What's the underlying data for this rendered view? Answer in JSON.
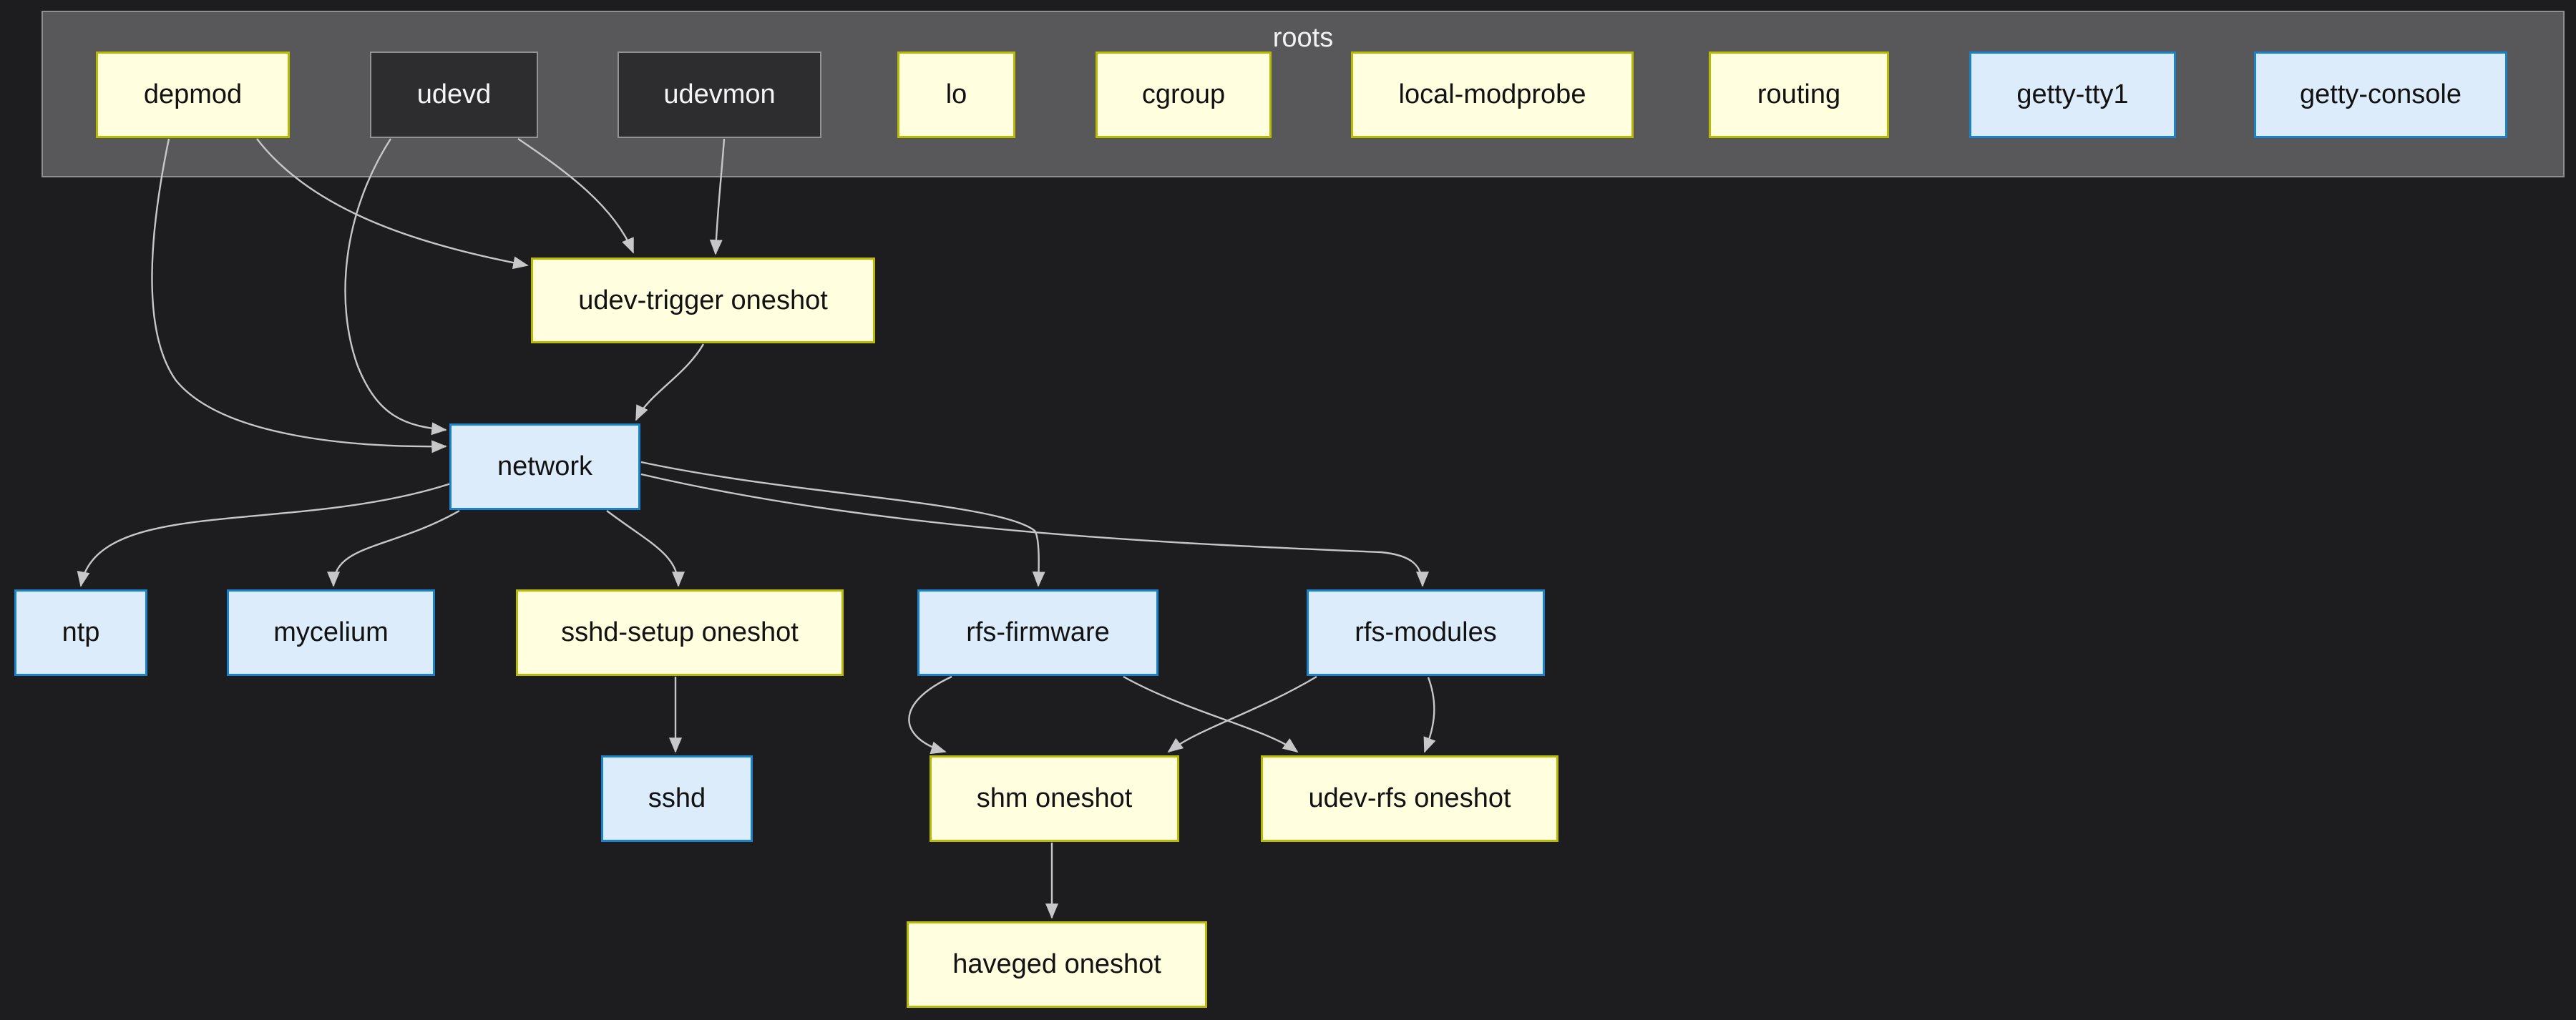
{
  "cluster": {
    "label": "roots"
  },
  "nodes": {
    "depmod": "depmod",
    "udevd": "udevd",
    "udevmon": "udevmon",
    "lo": "lo",
    "cgroup": "cgroup",
    "local_modprobe": "local-modprobe",
    "routing": "routing",
    "getty_tty1": "getty-tty1",
    "getty_console": "getty-console",
    "udev_trigger": "udev-trigger oneshot",
    "network": "network",
    "ntp": "ntp",
    "mycelium": "mycelium",
    "sshd_setup": "sshd-setup oneshot",
    "rfs_firmware": "rfs-firmware",
    "rfs_modules": "rfs-modules",
    "sshd": "sshd",
    "shm": "shm oneshot",
    "udev_rfs": "udev-rfs oneshot",
    "haveged": "haveged oneshot"
  },
  "edges": [
    {
      "from": "depmod",
      "to": "udev-trigger oneshot"
    },
    {
      "from": "depmod",
      "to": "network"
    },
    {
      "from": "udevd",
      "to": "udev-trigger oneshot"
    },
    {
      "from": "udevd",
      "to": "network"
    },
    {
      "from": "udevmon",
      "to": "udev-trigger oneshot"
    },
    {
      "from": "udev-trigger oneshot",
      "to": "network"
    },
    {
      "from": "network",
      "to": "ntp"
    },
    {
      "from": "network",
      "to": "mycelium"
    },
    {
      "from": "network",
      "to": "sshd-setup oneshot"
    },
    {
      "from": "network",
      "to": "rfs-firmware"
    },
    {
      "from": "network",
      "to": "rfs-modules"
    },
    {
      "from": "sshd-setup oneshot",
      "to": "sshd"
    },
    {
      "from": "rfs-firmware",
      "to": "shm oneshot"
    },
    {
      "from": "rfs-firmware",
      "to": "udev-rfs oneshot"
    },
    {
      "from": "rfs-modules",
      "to": "shm oneshot"
    },
    {
      "from": "rfs-modules",
      "to": "udev-rfs oneshot"
    },
    {
      "from": "shm oneshot",
      "to": "haveged oneshot"
    }
  ],
  "colors": {
    "background": "#1d1d1f",
    "cluster_fill": "#58585a",
    "cluster_border": "#8f8f91",
    "oneshot_fill": "#ffffe0",
    "oneshot_border": "#b9ba06",
    "service_fill": "#dcecfa",
    "service_border": "#1982c8",
    "daemon_fill": "#2d2d2f",
    "daemon_border": "#939395",
    "edge_stroke": "#c7c7c7"
  }
}
